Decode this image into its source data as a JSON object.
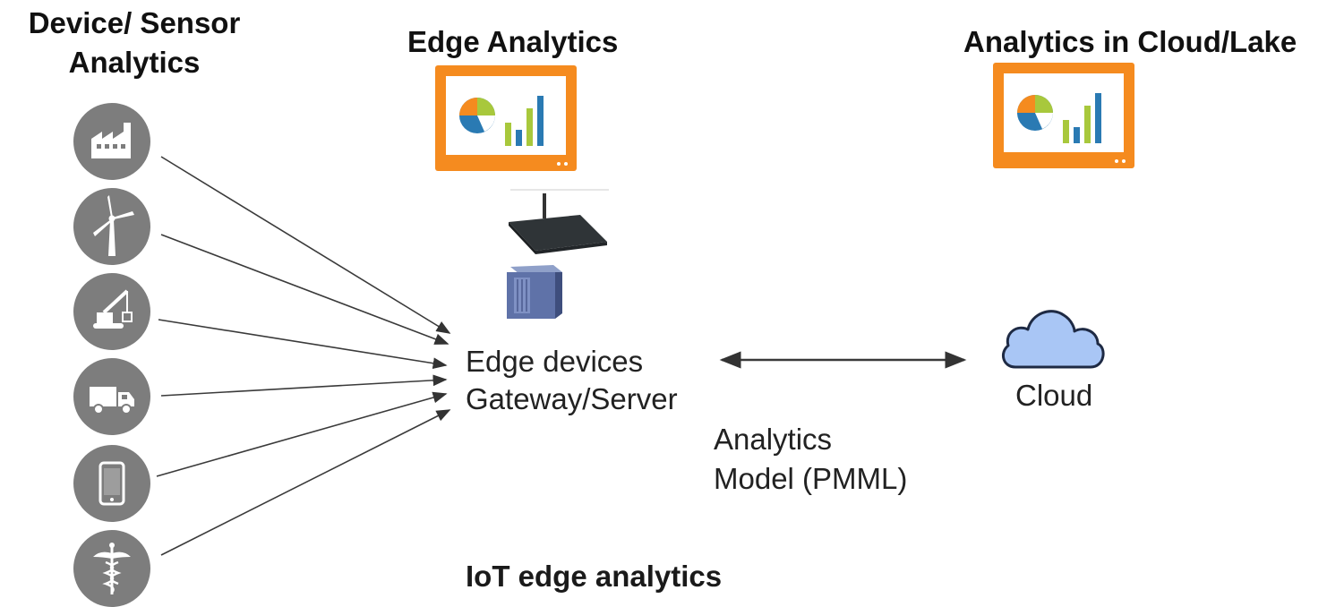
{
  "headings": {
    "device_sensor_line1": "Device/ Sensor",
    "device_sensor_line2": "Analytics",
    "edge": "Edge Analytics",
    "cloud": "Analytics in Cloud/Lake"
  },
  "edge_node": {
    "line1": "Edge devices",
    "line2": "Gateway/Server"
  },
  "link": {
    "line1": "Analytics",
    "line2": "Model (PMML)"
  },
  "cloud_node": {
    "label": "Cloud"
  },
  "footer": {
    "title": "IoT edge analytics"
  },
  "devices": [
    {
      "icon": "factory-icon"
    },
    {
      "icon": "wind-turbine-icon"
    },
    {
      "icon": "crane-icon"
    },
    {
      "icon": "truck-icon"
    },
    {
      "icon": "smartphone-icon"
    },
    {
      "icon": "caduceus-icon"
    }
  ],
  "colors": {
    "monitor_frame": "#f58b1f",
    "pie_green": "#a8c83c",
    "pie_blue": "#2a7ab3",
    "pie_orange": "#f58b1f",
    "device_circle": "#7d7d7d",
    "cloud_fill": "#a9c6f5",
    "cloud_stroke": "#1e2a44"
  }
}
